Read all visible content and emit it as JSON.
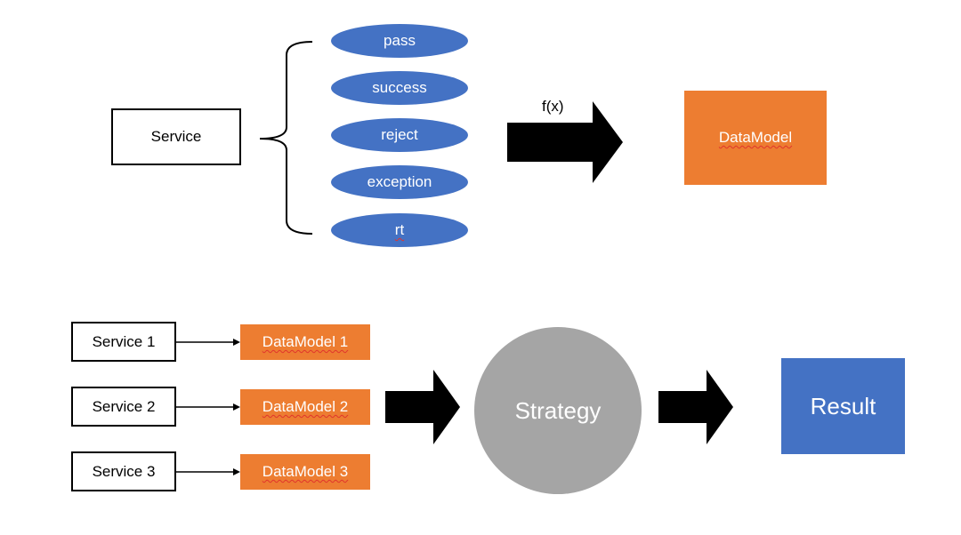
{
  "top": {
    "service_label": "Service",
    "metrics": [
      "pass",
      "success",
      "reject",
      "exception",
      "rt"
    ],
    "function_label": "f(x)",
    "datamodel_label": "DataModel"
  },
  "bottom": {
    "services": [
      "Service 1",
      "Service 2",
      "Service 3"
    ],
    "datamodels": [
      "DataModel 1",
      "DataModel 2",
      "DataModel 3"
    ],
    "strategy_label": "Strategy",
    "result_label": "Result"
  },
  "colors": {
    "blue": "#4472c4",
    "orange": "#ed7d31",
    "gray": "#a5a5a5"
  }
}
